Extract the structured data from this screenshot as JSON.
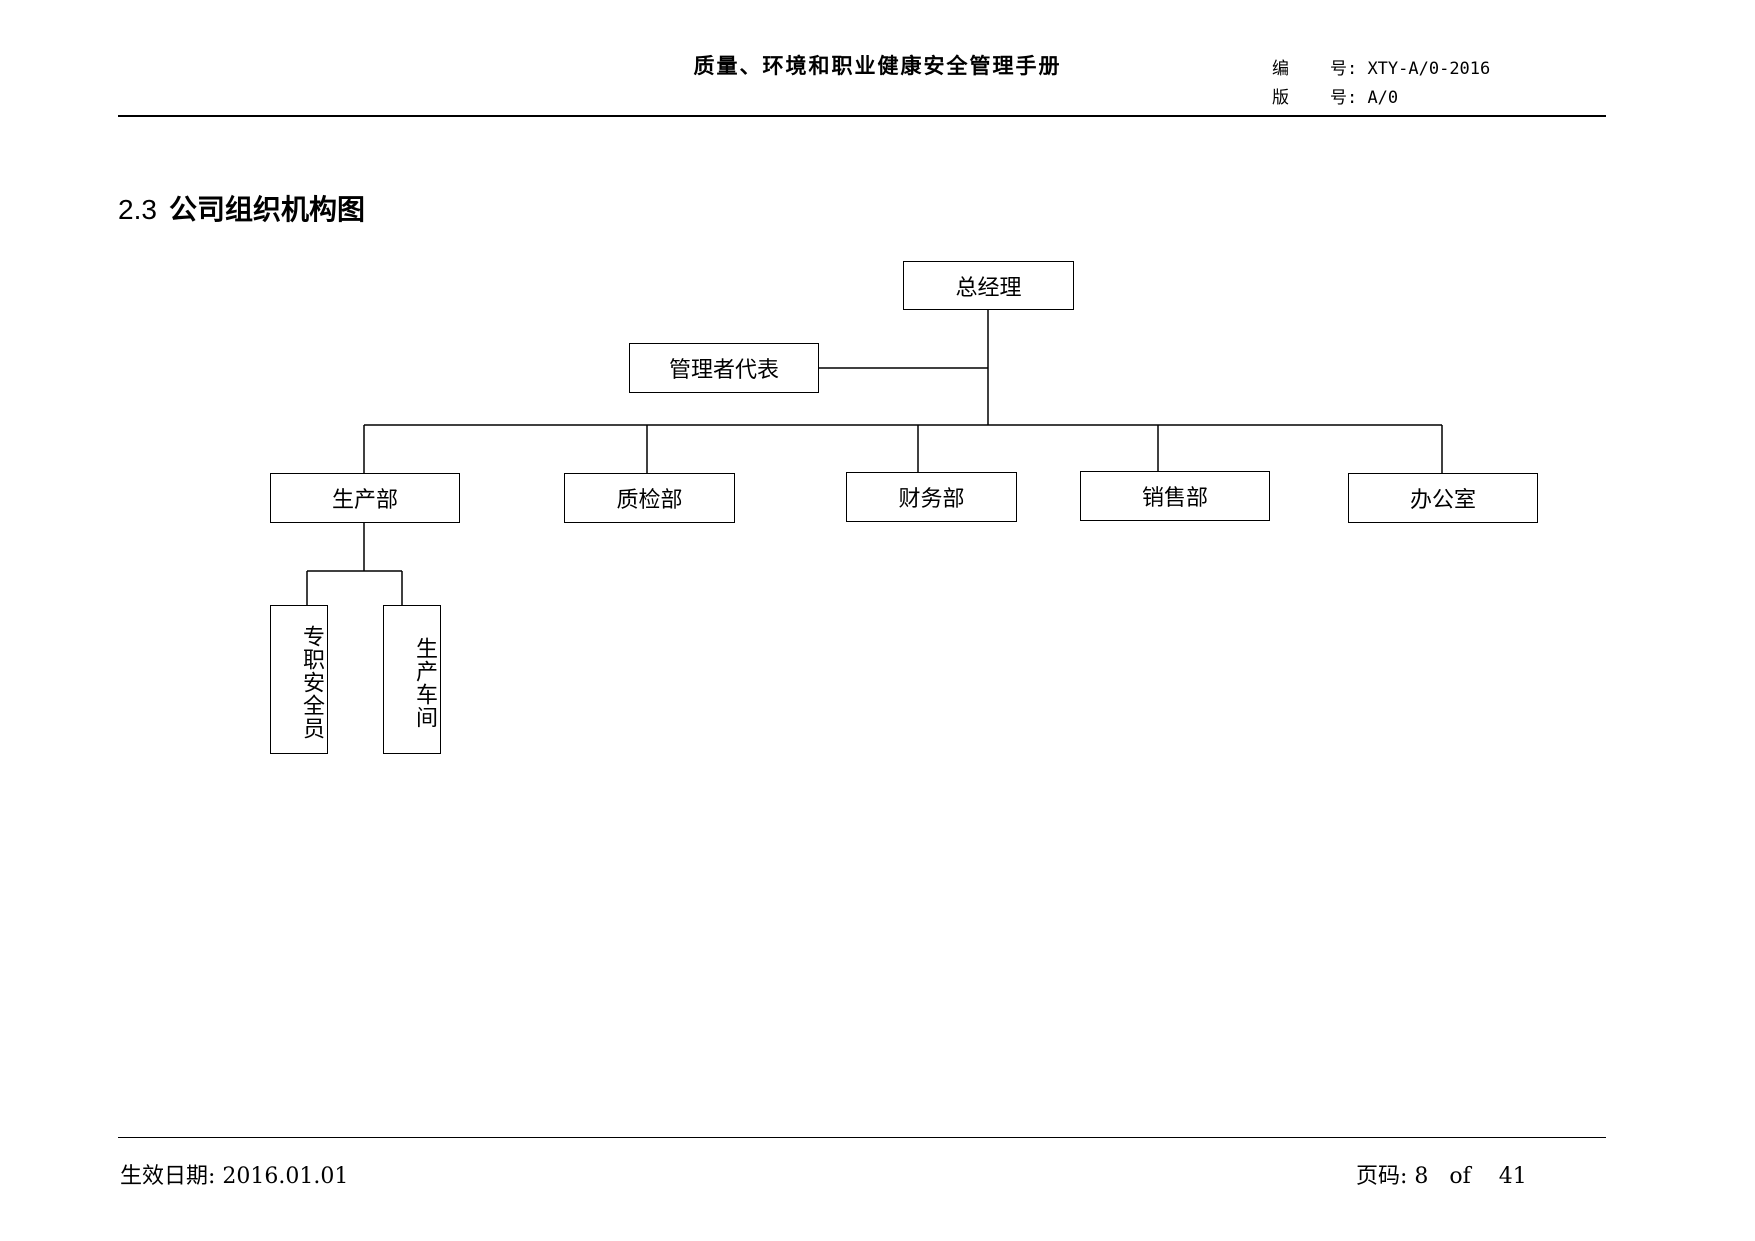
{
  "header": {
    "title": "质量、环境和职业健康安全管理手册",
    "code_label": "编    号:",
    "code_value": "XTY-A/0-2016",
    "version_label": "版    号:",
    "version_value": "A/0"
  },
  "section": {
    "number": "2.3",
    "title": "公司组织机构图"
  },
  "org_chart": {
    "top": "总经理",
    "representative": "管理者代表",
    "departments": [
      "生产部",
      "质检部",
      "财务部",
      "销售部",
      "办公室"
    ],
    "production_children": [
      "专职安全员",
      "生产车间"
    ]
  },
  "footer": {
    "effective_label": "生效日期:",
    "effective_date": "2016.01.01",
    "page_label": "页码:",
    "page_current": "8",
    "page_of": "of",
    "page_total": "41"
  }
}
